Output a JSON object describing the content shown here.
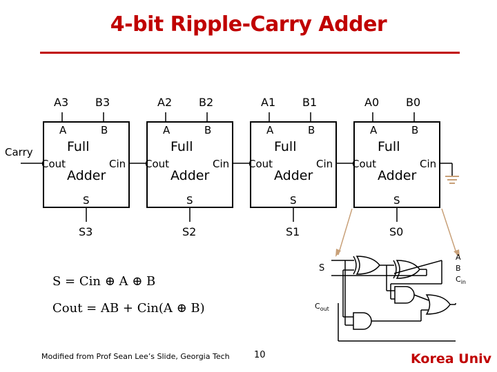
{
  "title": "4-bit Ripple-Carry Adder",
  "carry_label": "Carry",
  "adders": [
    {
      "a_label": "A3",
      "b_label": "B3",
      "s_label": "S3"
    },
    {
      "a_label": "A2",
      "b_label": "B2",
      "s_label": "S2"
    },
    {
      "a_label": "A1",
      "b_label": "B1",
      "s_label": "S1"
    },
    {
      "a_label": "A0",
      "b_label": "B0",
      "s_label": "S0"
    }
  ],
  "block": {
    "pin_a": "A",
    "pin_b": "B",
    "line1": "Full",
    "line2": "Adder",
    "cout": "Cout",
    "cin": "Cin",
    "pin_s": "S"
  },
  "formulas": {
    "sum": "S = Cin ⊕ A ⊕ B",
    "carry": "Cout = AB + Cin(A ⊕ B)"
  },
  "gate_detail": {
    "s_label": "S",
    "cout_main": "C",
    "cout_sub": "out",
    "input_a": "A",
    "input_b": "B",
    "input_cin_main": "C",
    "input_cin_sub": "in"
  },
  "footer": {
    "credit": "Modified from Prof Sean Lee’s Slide, Georgia Tech",
    "page": "10",
    "brand": "Korea Univ"
  },
  "colors": {
    "title": "#c00000",
    "arrow": "#c8a078",
    "brand": "#c00000"
  }
}
